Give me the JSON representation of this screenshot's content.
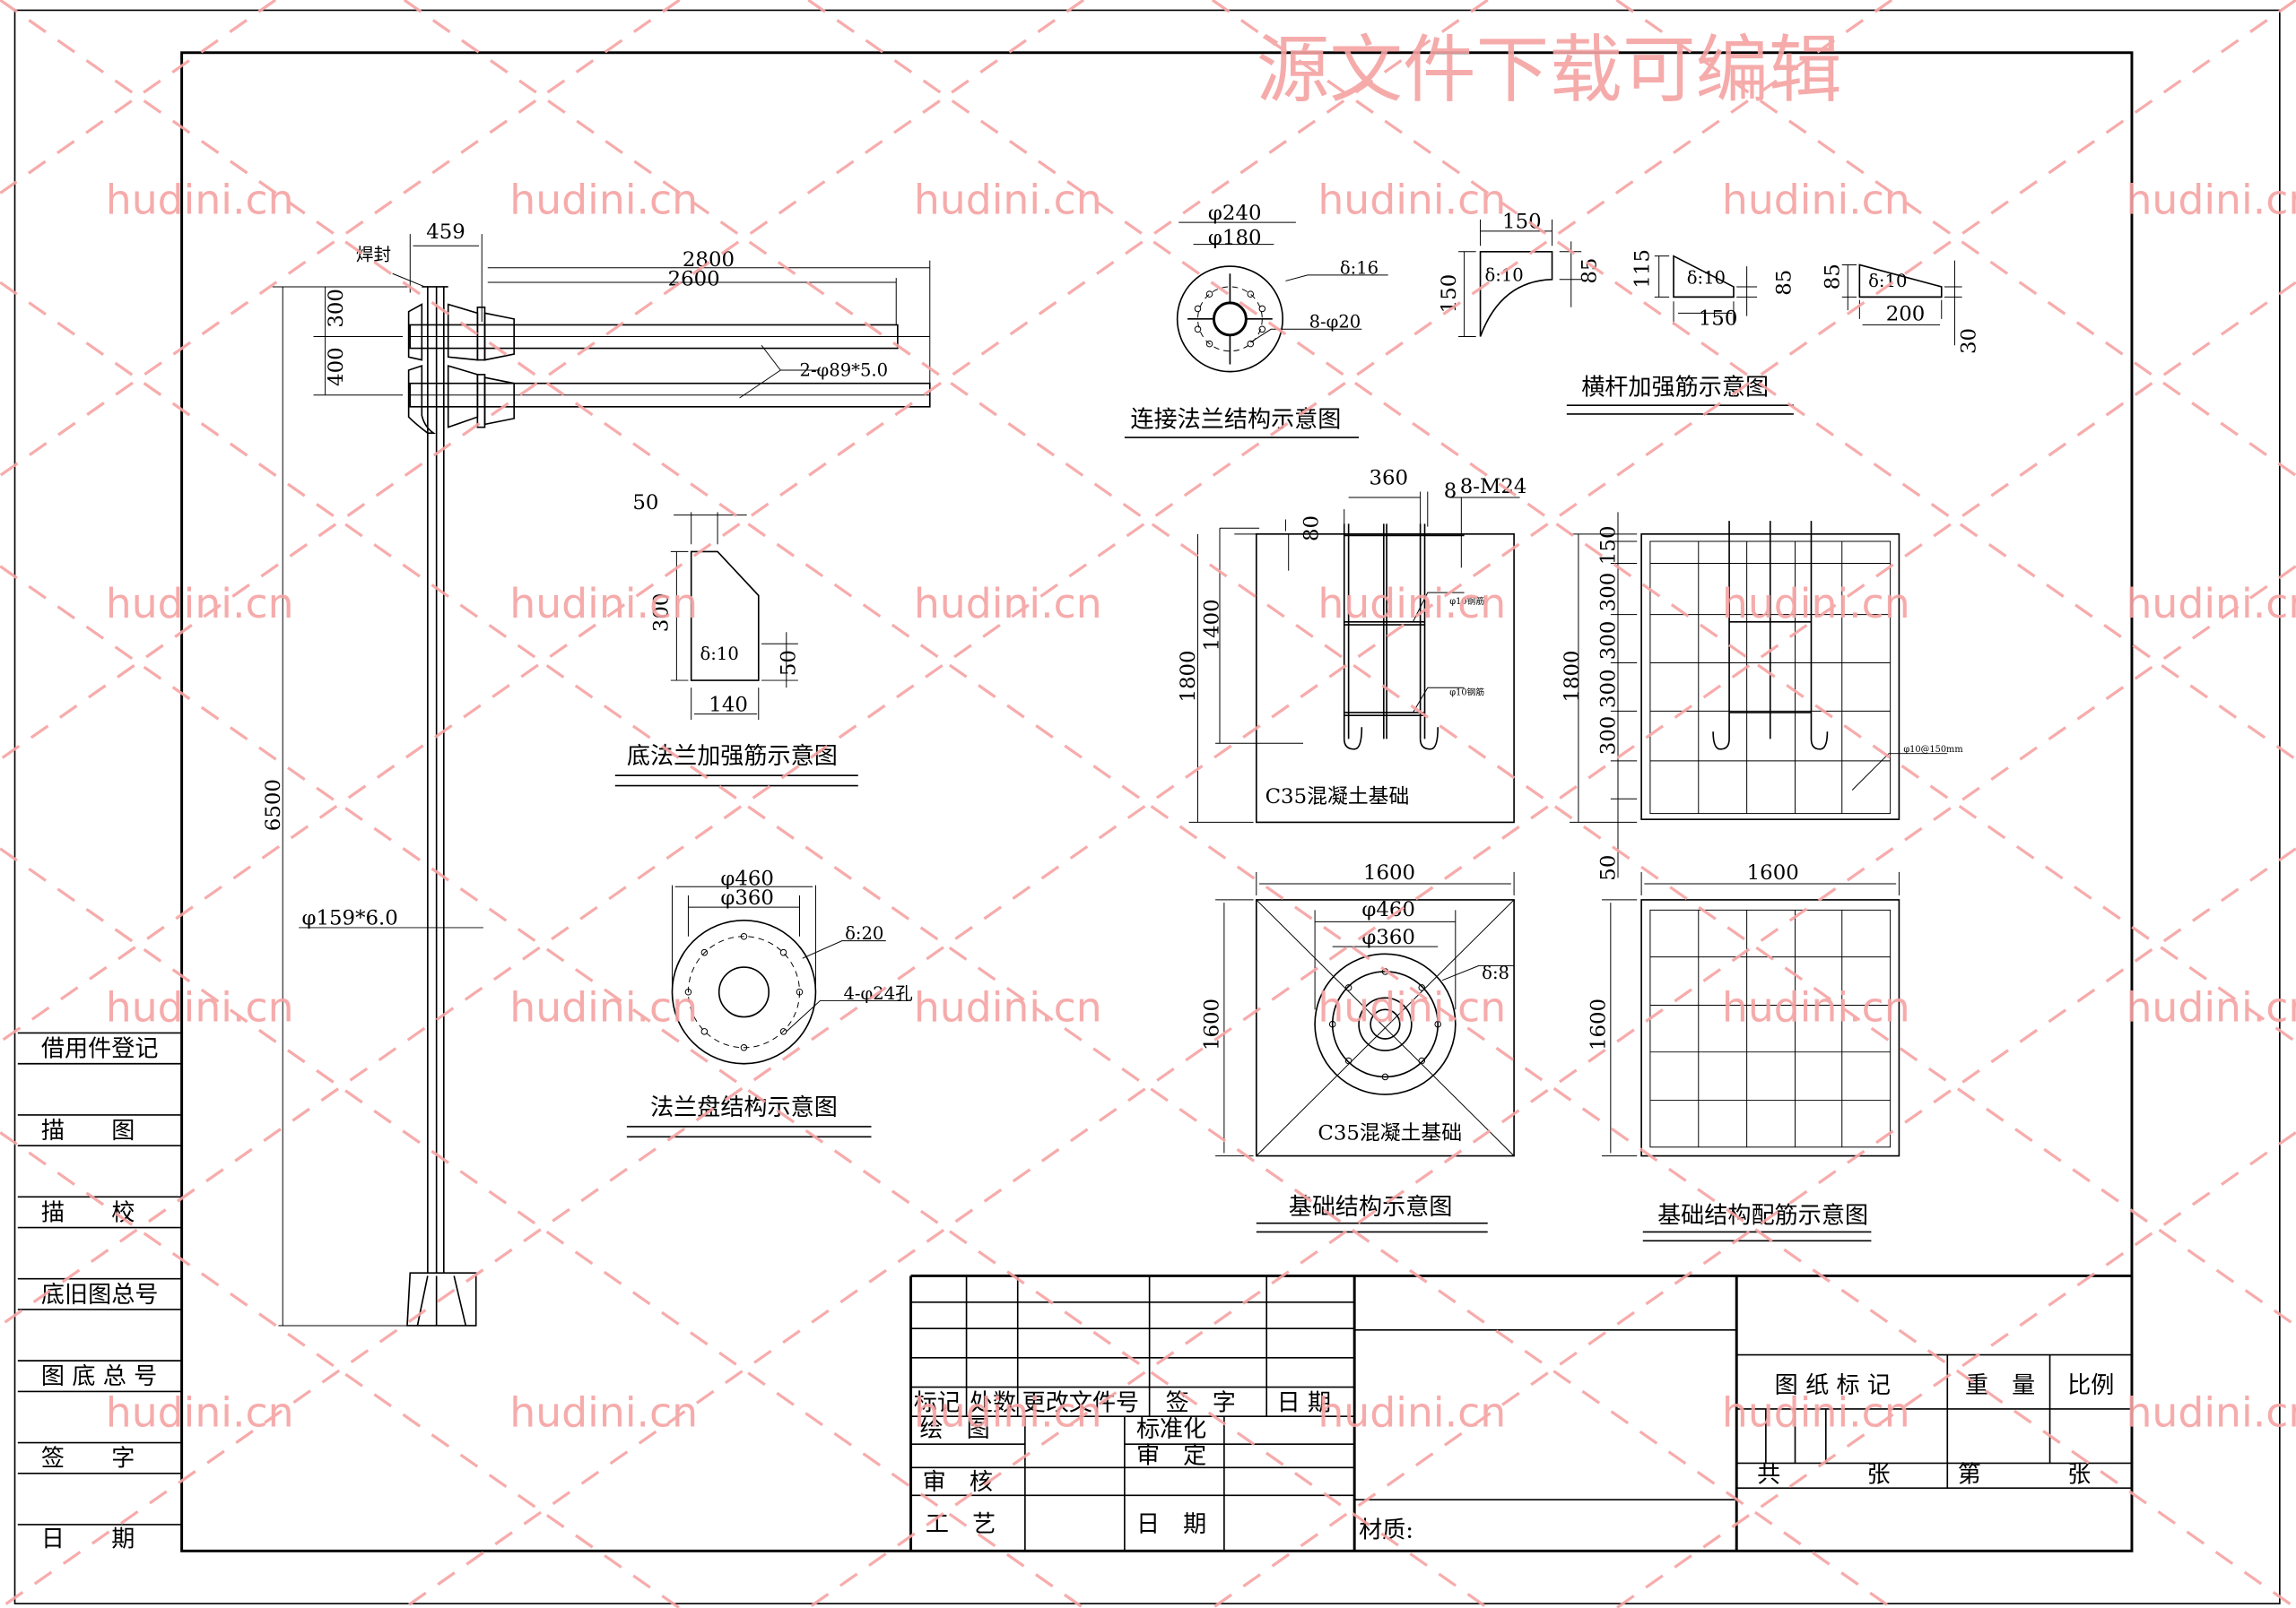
{
  "watermark": {
    "brand": "hudini.cn",
    "banner": "源文件下载可编辑"
  },
  "pole": {
    "weld": "焊封",
    "dim_459": "459",
    "dim_2800": "2800",
    "dim_2600": "2600",
    "dim_300": "300",
    "dim_400": "400",
    "arm_spec": "2-φ89*5.0",
    "height": "6500",
    "pole_spec": "φ159*6.0"
  },
  "connection_flange": {
    "title": "连接法兰结构示意图",
    "d_outer": "φ240",
    "d_inner": "φ180",
    "thickness": "δ:16",
    "holes": "8-φ20"
  },
  "arm_ribs": {
    "title": "横杆加强筋示意图",
    "r1": {
      "w": "150",
      "h": "150",
      "h2": "85",
      "t": "δ:10"
    },
    "r2": {
      "h": "115",
      "h2": "85",
      "w": "150",
      "t": "δ:10"
    },
    "r3": {
      "h": "85",
      "w": "200",
      "tip": "30",
      "t": "δ:10"
    }
  },
  "base_rib": {
    "title": "底法兰加强筋示意图",
    "top": "50",
    "h": "300",
    "w": "140",
    "h2": "50",
    "t": "δ:10"
  },
  "flange_plate": {
    "title": "法兰盘结构示意图",
    "d_outer": "φ460",
    "d_inner": "φ360",
    "t": "δ:20",
    "holes": "4-φ24孔"
  },
  "foundation_section": {
    "w": "360",
    "gap": "8",
    "bolts": "8-M24",
    "top": "80",
    "depth": "1400",
    "total": "1800",
    "material": "C35混凝土基础",
    "bar_note": "φ10钢筋"
  },
  "rebar_section": {
    "total": "1800",
    "spacings": [
      "150",
      "300",
      "300",
      "300",
      "300"
    ],
    "bottom": "50",
    "bar_note": "φ10@150mm"
  },
  "foundation_plan": {
    "title": "基础结构示意图",
    "width": "1600",
    "height": "1600",
    "d_outer": "φ460",
    "d_inner": "φ360",
    "t": "δ:8",
    "material": "C35混凝土基础"
  },
  "rebar_plan": {
    "title": "基础结构配筋示意图",
    "width": "1600",
    "height": "1600"
  },
  "left_table": [
    "借用件登记",
    "描　　图",
    "描　　校",
    "底旧图总号",
    "图 底 总 号",
    "签　　字",
    "日　　期"
  ],
  "title_block": {
    "headers": [
      "标记",
      "处数",
      "更改文件号",
      "签　字",
      "日 期"
    ],
    "draw": "绘　图",
    "standard": "标准化",
    "approve": "审　定",
    "review": "审　核",
    "craft": "工　艺",
    "date": "日　期",
    "material": "材质:",
    "drawing_mark": "图 纸 标 记",
    "weight": "重　量",
    "scale": "比例",
    "total": "共",
    "sheet": "张",
    "nth": "第",
    "sheet2": "张"
  }
}
